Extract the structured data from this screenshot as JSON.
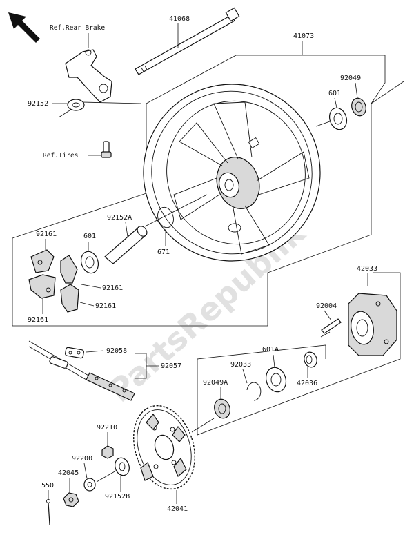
{
  "diagram": {
    "references": {
      "rear_brake": "Ref.Rear Brake",
      "tires": "Ref.Tires"
    },
    "watermark": "PartsRepublik",
    "labels": {
      "p41068": "41068",
      "p41073": "41073",
      "p92049": "92049",
      "p601_top": "601",
      "p92152": "92152",
      "p92152A": "92152A",
      "p671": "671",
      "p601_left": "601",
      "p92161_a": "92161",
      "p92161_b": "92161",
      "p92161_c": "92161",
      "p92161_d": "92161",
      "p42033": "42033",
      "p92004": "92004",
      "p601A": "601A",
      "p92033": "92033",
      "p42036": "42036",
      "p92049A": "92049A",
      "p92058": "92058",
      "p92057": "92057",
      "p92210": "92210",
      "p92200": "92200",
      "p42045": "42045",
      "p550": "550",
      "p92152B": "92152B",
      "p42041": "42041"
    },
    "icons": {
      "direction": "front-arrow-icon"
    }
  }
}
